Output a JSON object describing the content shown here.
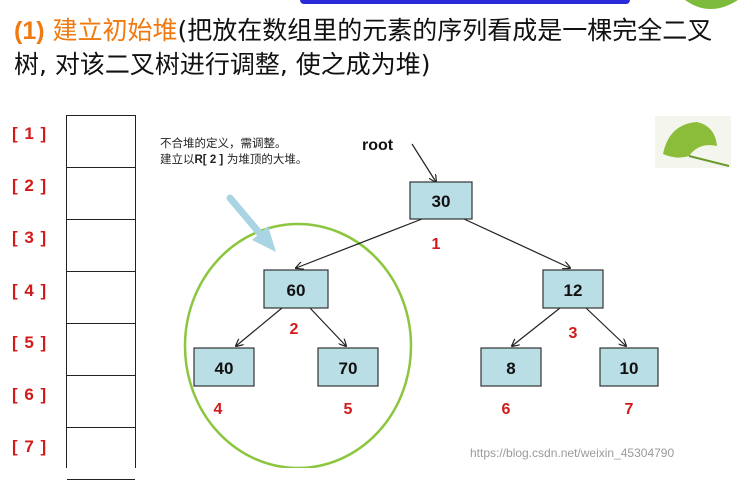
{
  "heading": {
    "number": "(1)",
    "title": "建立初始堆",
    "rest": "(把放在数组里的元素的序列看成是一棵完全二叉树, 对该二叉树进行调整, 使之成为堆)"
  },
  "array_indices": [
    "[ 1 ]",
    "[ 2 ]",
    "[ 3 ]",
    "[ 4 ]",
    "[ 5 ]",
    "[ 6 ]",
    "[ 7 ]"
  ],
  "note": {
    "line1": "不合堆的定义，需调整。",
    "line2_pre": "建立以",
    "line2_bold": "R[ 2 ]",
    "line2_post": " 为堆顶的大堆。"
  },
  "tree": {
    "root_label": "root",
    "nodes": [
      {
        "value": "30",
        "position": "1"
      },
      {
        "value": "60",
        "position": "2"
      },
      {
        "value": "12",
        "position": "3"
      },
      {
        "value": "40",
        "position": "4"
      },
      {
        "value": "70",
        "position": "5"
      },
      {
        "value": "8",
        "position": "6"
      },
      {
        "value": "10",
        "position": "7"
      }
    ]
  },
  "colors": {
    "node_fill": "#b9dee6",
    "highlight_circle": "#8cc63f",
    "arrow": "#a9d4e3",
    "index_text": "#d21a1a",
    "title_text": "#f07a10"
  },
  "watermark": "https://blog.csdn.net/weixin_45304790"
}
